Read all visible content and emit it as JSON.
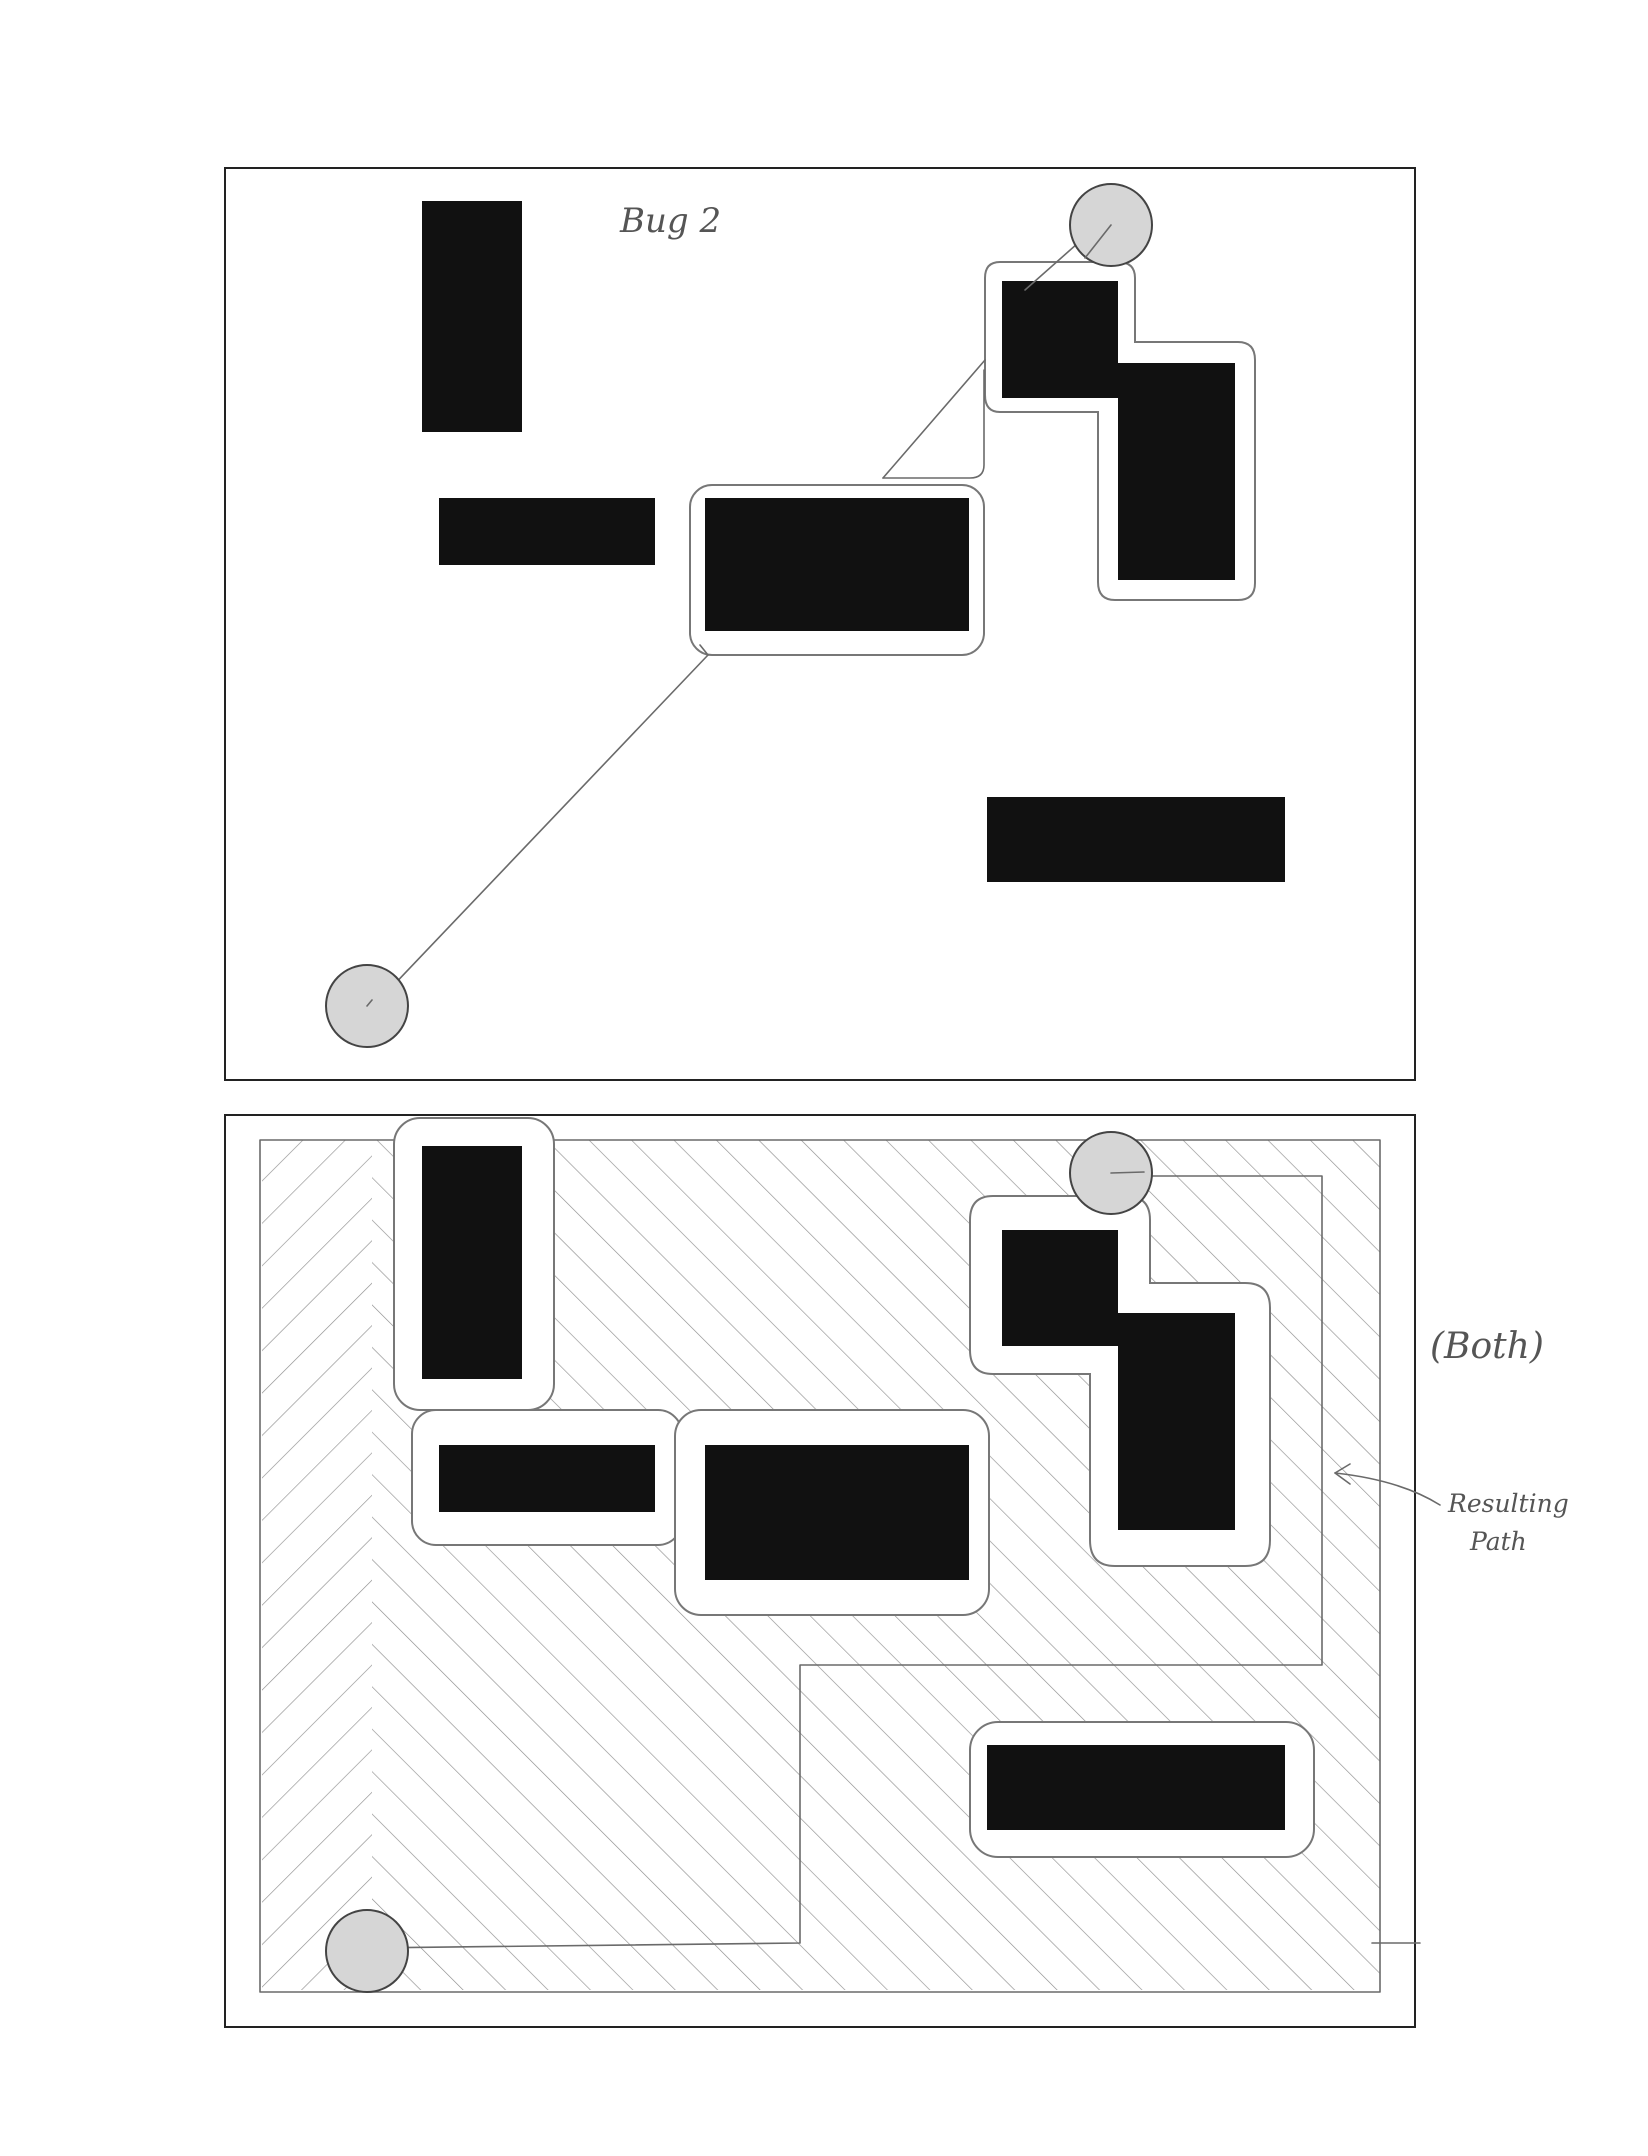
{
  "top_panel": {
    "label": "Bug 2"
  },
  "bottom_panel": {
    "side_note": "(Both)",
    "arrow_note_line1": "Resulting",
    "arrow_note_line2": "Path"
  },
  "colors": {
    "obstacle": "#111111",
    "endpoint_fill": "#d6d6d6",
    "pencil": "#6a6a6a",
    "hatch": "#8f8f8f"
  }
}
